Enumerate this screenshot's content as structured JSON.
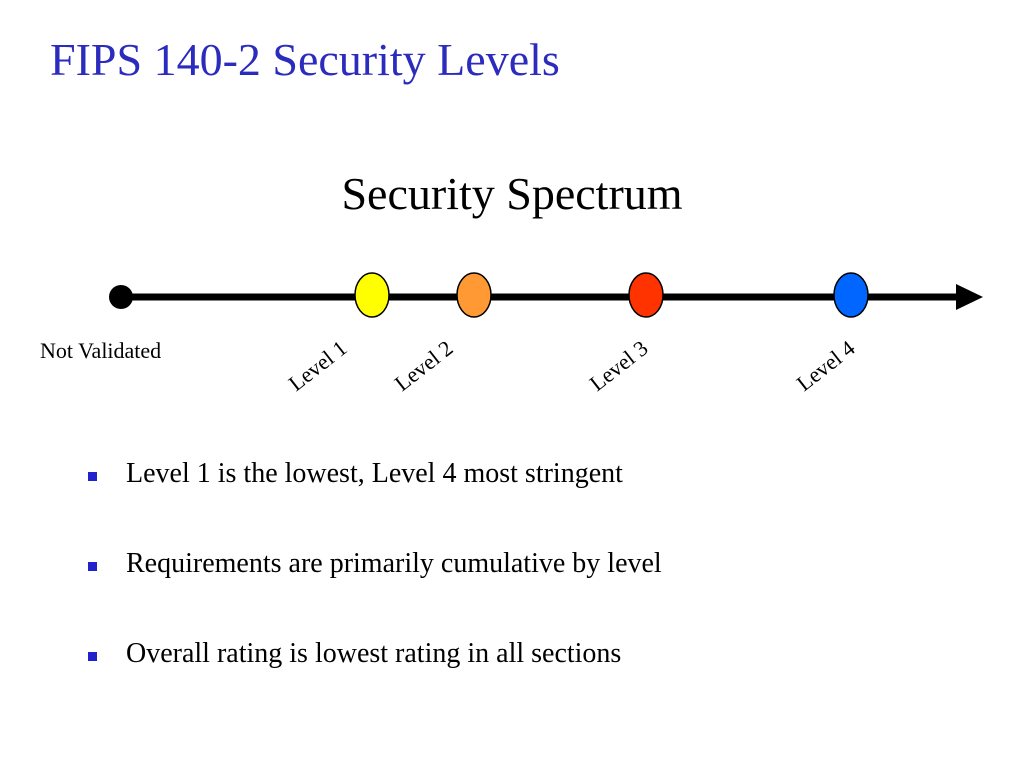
{
  "slide": {
    "title": "FIPS 140-2 Security Levels",
    "title_color": "#2b2bbd"
  },
  "diagram": {
    "heading": "Security Spectrum",
    "start_label": "Not Validated",
    "line_color": "#000000",
    "levels": [
      {
        "label": "Level 1",
        "color": "#ffff00"
      },
      {
        "label": "Level 2",
        "color": "#ff9933"
      },
      {
        "label": "Level 3",
        "color": "#ff3300"
      },
      {
        "label": "Level 4",
        "color": "#0066ff"
      }
    ]
  },
  "bullets": {
    "marker_color": "#2222cc",
    "items": [
      "Level 1 is the lowest, Level 4 most stringent",
      "Requirements are primarily cumulative by level",
      "Overall rating is lowest rating in all sections"
    ]
  }
}
